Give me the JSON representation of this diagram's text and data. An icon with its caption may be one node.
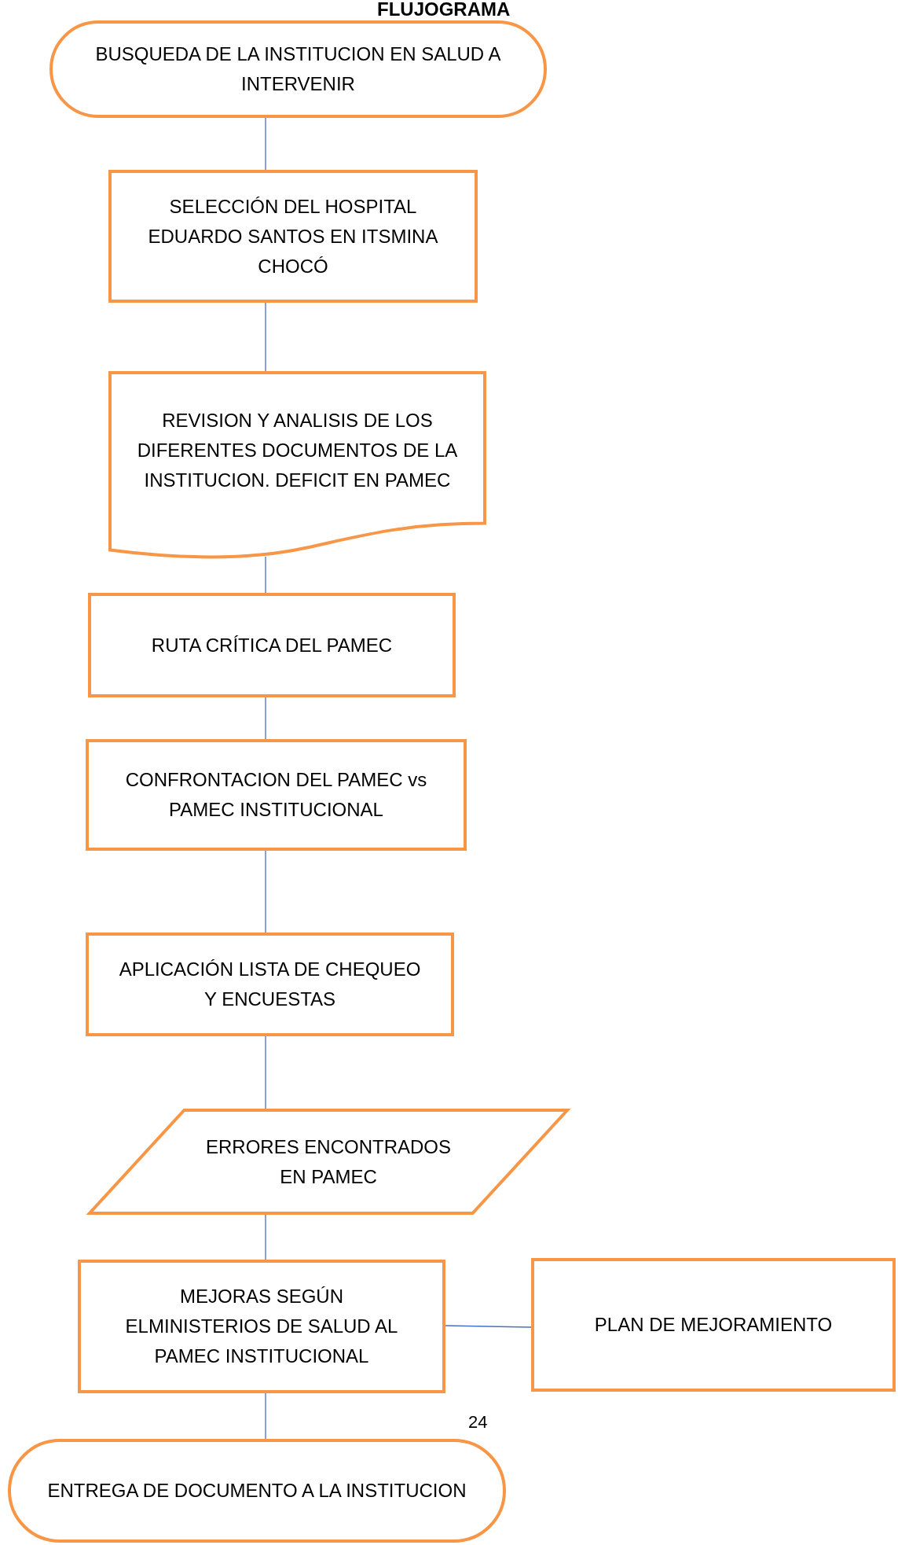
{
  "diagram": {
    "title": "FLUJOGRAMA",
    "nodes": [
      {
        "text": [
          "BUSQUEDA DE LA INSTITUCION EN SALUD A INTERVENIR"
        ]
      },
      {
        "text": [
          "SELECCIÓN DEL HOSPITAL EDUARDO SANTOS EN ITSMINA CHOCÓ"
        ]
      },
      {
        "text": [
          "REVISION Y ANALISIS DE LOS DIFERENTES DOCUMENTOS DE LA INSTITUCION. DEFICIT EN PAMEC"
        ]
      },
      {
        "text": [
          "RUTA CRÍTICA DEL PAMEC"
        ]
      },
      {
        "text": [
          "CONFRONTACION DEL PAMEC vs PAMEC INSTITUCIONAL"
        ]
      },
      {
        "text": [
          "APLICACIÓN LISTA DE CHEQUEO Y ENCUESTAS"
        ]
      },
      {
        "text": [
          "ERRORES ENCONTRADOS EN PAMEC"
        ]
      },
      {
        "text": [
          "MEJORAS SEGÚN ELMINISTERIOS DE SALUD AL PAMEC INSTITUCIONAL"
        ]
      },
      {
        "text": [
          "PLAN DE MEJORAMIENTO"
        ]
      },
      {
        "text": [
          "ENTREGA DE DOCUMENTO A LA INSTITUCION"
        ]
      }
    ],
    "edges": [
      {
        "from": 0,
        "to": 1,
        "arrow": "none"
      },
      {
        "from": 1,
        "to": 2,
        "arrow": "none"
      },
      {
        "from": 2,
        "to": 3,
        "arrow": "none"
      },
      {
        "from": 3,
        "to": 4,
        "arrow": "none"
      },
      {
        "from": 4,
        "to": 5,
        "arrow": "none"
      },
      {
        "from": 5,
        "to": 6,
        "arrow": "none"
      },
      {
        "from": 6,
        "to": 7,
        "arrow": "none"
      },
      {
        "from": 7,
        "to": 8,
        "arrow": "none"
      },
      {
        "from": 7,
        "to": 9,
        "arrow": "none"
      }
    ],
    "labels": [
      "24"
    ]
  }
}
